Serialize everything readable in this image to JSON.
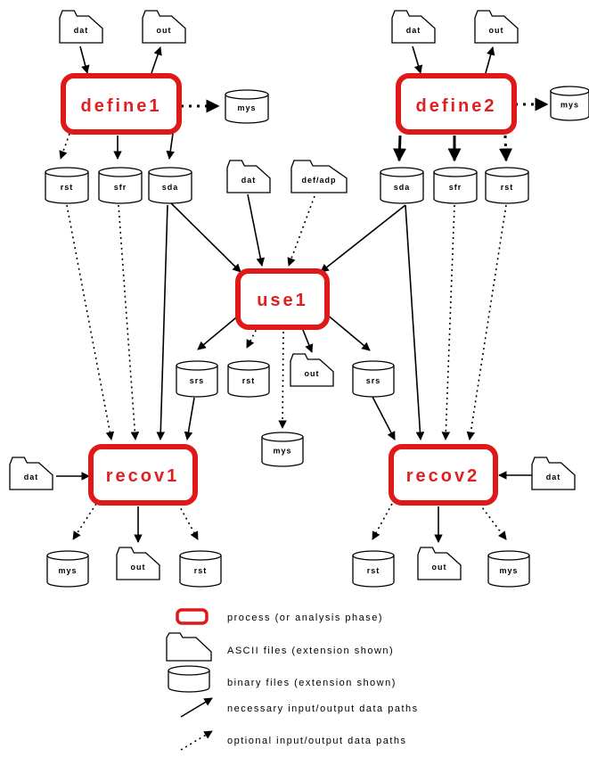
{
  "processes": {
    "define1": "define1",
    "define2": "define2",
    "use1": "use1",
    "recov1": "recov1",
    "recov2": "recov2"
  },
  "files": {
    "d1_dat": "dat",
    "d1_out": "out",
    "d1_mys": "mys",
    "d1_rst": "rst",
    "d1_sfr": "sfr",
    "d1_sda": "sda",
    "d2_dat": "dat",
    "d2_out": "out",
    "d2_mys": "mys",
    "d2_sda": "sda",
    "d2_sfr": "sfr",
    "d2_rst": "rst",
    "u_dat": "dat",
    "u_defadp": "def/adp",
    "u_srs1": "srs",
    "u_rst": "rst",
    "u_out": "out",
    "u_srs2": "srs",
    "u_mys": "mys",
    "r1_dat": "dat",
    "r1_mys": "mys",
    "r1_out": "out",
    "r1_rst": "rst",
    "r2_dat": "dat",
    "r2_rst": "rst",
    "r2_out": "out",
    "r2_mys": "mys"
  },
  "legend": {
    "process": "process (or analysis phase)",
    "ascii": "ASCII files (extension shown)",
    "binary": "binary files (extension shown)",
    "necessary": "necessary input/output data paths",
    "optional": "optional input/output data paths"
  },
  "colors": {
    "process_border": "#e01818",
    "process_text": "#e02020",
    "line": "#000000"
  }
}
